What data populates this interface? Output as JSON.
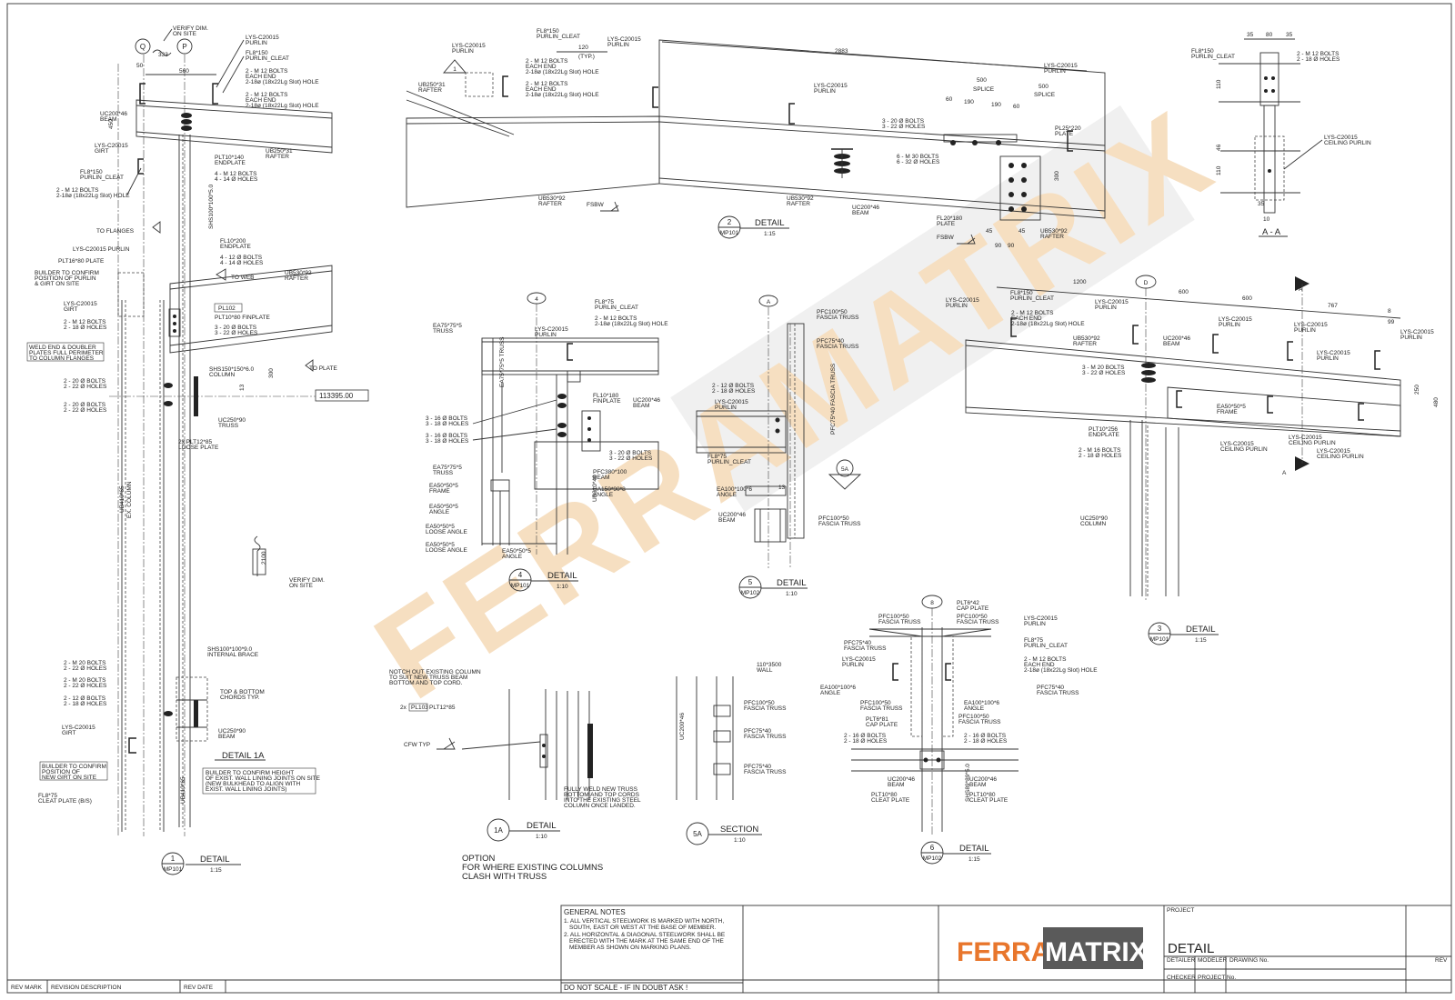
{
  "watermark": "FERRAMATRIX",
  "logo": {
    "part1": "FERRA",
    "part2": "MATRIX"
  },
  "detail1": {
    "verify_top": "VERIFY DIM.",
    "verify_top2": "ON SITE",
    "grid_q": "Q",
    "grid_p": "P",
    "dim_333": "333",
    "dim_50": "50",
    "dim_560": "560",
    "dim_450": "450",
    "purlin": "LYS-C20015",
    "purlin2": "PURLIN",
    "cleat1": "FL8*150",
    "cleat1b": "PURLIN_CLEAT",
    "bolts1": "2 - M 12 BOLTS",
    "bolts1b": "EACH END",
    "bolts1c": "2-18ø (18x22Lg Slot) HOLE",
    "bolts2": "2 - M 12 BOLTS",
    "bolts2b": "EACH END",
    "bolts2c": "2-18ø (18x22Lg Slot) HOLE",
    "beam_uc": "UC200*46",
    "beam_uc2": "BEAM",
    "girt": "LYS-C20015",
    "girt2": "GIRT",
    "cleat2": "FL8*150",
    "cleat2b": "PURLIN_CLEAT",
    "bolts3": "2 - M 12 BOLTS",
    "bolts3b": "2-18ø (18x22Lg Slot) HOLE",
    "endplate": "PLT10*140",
    "endplate2": "ENDPLATE",
    "bolts4": "4 - M 12 BOLTS",
    "bolts4b": "4 - 14 Ø HOLES",
    "rafter": "UB250*31",
    "rafter2": "RAFTER",
    "shs": "SHS100*100*5.0",
    "shs2": "COLUMN",
    "to_flanges": "TO FLANGES",
    "purlin3": "LYS-C20015 PURLIN",
    "plt16": "PLT16*80 PLATE",
    "builder1": "BUILDER TO CONFIRM",
    "builder1b": "POSITION OF PURLIN",
    "builder1c": "& GIRT ON SITE",
    "fl10": "FL10*200",
    "fl10b": "ENDPLATE",
    "bolts5": "4 - 12 Ø BOLTS",
    "bolts5b": "4 - 14 Ø HOLES",
    "to_web": "TO WEB",
    "ub530": "UB530*92",
    "ub530b": "RAFTER",
    "girt3": "LYS-C20015",
    "girt3b": "GIRT",
    "pl102": "PL102",
    "finplate": "PLT10*80 FINPLATE",
    "bolts6": "2 - M 12 BOLTS",
    "bolts6b": "2 - 18 Ø HOLES",
    "bolts7": "3 - 20 Ø BOLTS",
    "bolts7b": "3 - 22 Ø HOLES",
    "weld1": "WELD END & DOUBLER",
    "weld1b": "PLATES FULL PERIMETER",
    "weld1c": "TO COLUMN FLANGES",
    "to_plate": "TO PLATE",
    "shs150": "SHS150*150*6.0",
    "shs150b": "COLUMN",
    "dim_300": "300",
    "dim_13": "13",
    "level": "113395.00",
    "bolts8": "2 - 20 Ø BOLTS",
    "bolts8b": "2 - 22 Ø HOLES",
    "bolts9": "2 - 20 Ø BOLTS",
    "bolts9b": "2 - 22 Ø HOLES",
    "uc250": "UC250*90",
    "uc250b": "TRUSS",
    "loose": "2x PLT12*85",
    "loose2": "LOOSE PLATE",
    "ub_col": "UB410*65",
    "ub_col2": "EX. COLUMN",
    "dim_2100": "2100",
    "verify_mid": "VERIFY DIM.",
    "verify_mid2": "ON SITE",
    "shs100": "SHS100*100*9.0",
    "shs100b": "INTERNAL BRACE",
    "bolts10": "2 - M 20 BOLTS",
    "bolts10b": "2 - 22 Ø HOLES",
    "bolts11": "2 - M 20 BOLTS",
    "bolts11b": "2 - 22 Ø HOLES",
    "bolts12": "2 - 12 Ø BOLTS",
    "bolts12b": "2 - 18 Ø HOLES",
    "topbottom": "TOP & BOTTOM",
    "topbottom2": "CHORDS TYP.",
    "girt4": "LYS-C20015",
    "girt4b": "GIRT",
    "uc250beam": "UC250*90",
    "uc250beam2": "BEAM",
    "detail1a": "DETAIL 1A",
    "builder2": "BUILDER TO CONFIRM",
    "builder2b": "POSITION OF",
    "builder2c": "NEW GIRT ON SITE",
    "builder3": "BUILDER TO CONFIRM HEIGHT",
    "builder3b": "OF EXIST. WALL LINING JOINTS ON SITE",
    "builder3c": "(NEW BULKHEAD TO ALIGN WITH",
    "builder3d": "EXIST. WALL LINING JOINTS)",
    "fl8": "FL8*75",
    "fl8b": "CLEAT PLATE (B/S)",
    "ex_col": "UB410*65",
    "ex_col2": "EX. COLUMN",
    "num": "1",
    "ref": "MP101",
    "title": "DETAIL",
    "scale": "1:15"
  },
  "detail2": {
    "purlin_a": "LYS-C20015",
    "purlin_a2": "PURLIN",
    "cleat": "FL8*150",
    "cleat2": "PURLIN_CLEAT",
    "purlin_b": "LYS-C20015",
    "purlin_b2": "PURLIN",
    "dim_120": "120",
    "typ": "(TYP.)",
    "bolts1": "2 - M 12 BOLTS",
    "bolts1b": "EACH END",
    "bolts1c": "2-18ø (18x22Lg Slot) HOLE",
    "bolts2": "2 - M 12 BOLTS",
    "bolts2b": "EACH END",
    "bolts2c": "2-18ø (18x22Lg Slot) HOLE",
    "ub250": "UB250*31",
    "ub250b": "RAFTER",
    "mark1": "1",
    "dim_2883": "2883",
    "purlin_c": "LYS-C20015",
    "purlin_c2": "PURLIN",
    "purlin_d": "LYS-C20015",
    "purlin_d2": "PURLIN",
    "dim_500a": "500",
    "splice_a": "SPLICE",
    "dim_500b": "500",
    "splice_b": "SPLICE",
    "dim_60a": "60",
    "dim_190a": "190",
    "dim_190b": "190",
    "dim_60b": "60",
    "pl25": "PL25*220",
    "pl25b": "PLATE",
    "bolts3": "3 - 20 Ø BOLTS",
    "bolts3b": "3 - 22 Ø HOLES",
    "bolts4": "6 - M 30 BOLTS",
    "bolts4b": "6 - 32 Ø HOLES",
    "dim_300": "300",
    "ub530a": "UB530*92",
    "ub530a2": "RAFTER",
    "ub530b": "UB530*92",
    "ub530b2": "RAFTER",
    "uc200": "UC200*46",
    "uc200b": "BEAM",
    "fsbw": "FSBW",
    "fsbw2": "FSBW",
    "fl20": "FL20*180",
    "fl20b": "PLATE",
    "dim_45a": "45",
    "dim_45b": "45",
    "dim_90a": "90",
    "dim_90b": "90",
    "ub530c": "UB530*92",
    "ub530c2": "RAFTER",
    "num": "2",
    "ref": "MP101",
    "title": "DETAIL",
    "scale": "1:15"
  },
  "sectionAA": {
    "cleat": "FL8*150",
    "cleat2": "PURLIN_CLEAT",
    "dim_35a": "35",
    "dim_80": "80",
    "dim_35b": "35",
    "bolts": "2 - M 12 BOLTS",
    "bolts2": "2 - 18 Ø HOLES",
    "dim_110a": "110",
    "dim_46": "46",
    "dim_110b": "110",
    "dim_35c": "35",
    "dim_10": "10",
    "ceiling": "LYS-C20015",
    "ceiling2": "CEILING PURLIN",
    "title": "A - A"
  },
  "detail4": {
    "mark": "4",
    "ea75": "EA75*75*5",
    "ea75b": "TRUSS",
    "purlin": "LYS-C20015",
    "purlin2": "PURLIN",
    "fl8": "FL8*75",
    "fl8b": "PURLIN_CLEAT",
    "bolts1": "2 - M 12 BOLTS",
    "bolts1b": "2-18ø (18x22Lg Slot) HOLE",
    "ea75v": "EA75*75*5 TRUSS",
    "fl10": "FL10*180",
    "fl10b": "FINPLATE",
    "uc200": "UC200*46",
    "uc200b": "BEAM",
    "bolts2": "3 - 16 Ø BOLTS",
    "bolts2b": "3 - 18 Ø HOLES",
    "bolts3": "3 - 16 Ø BOLTS",
    "bolts3b": "3 - 18 Ø HOLES",
    "bolts4": "3 - 20 Ø BOLTS",
    "bolts4b": "3 - 22 Ø HOLES",
    "pfc380": "PFC380*100",
    "pfc380b": "BEAM",
    "ua150": "UA150*90*8",
    "ua150b": "ANGLE",
    "ea75t": "EA75*75*5",
    "ea75t2": "TRUSS",
    "ea50a": "EA50*50*5",
    "ea50a2": "FRAME",
    "ea50b": "EA50*50*5",
    "ea50b2": "ANGLE",
    "ea50c": "EA50*50*5",
    "ea50c2": "LOOSE ANGLE",
    "ea50d": "EA50*50*5",
    "ea50d2": "LOOSE ANGLE",
    "ea50e": "EA50*50*5",
    "ea50e2": "ANGLE",
    "ub310": "UB310*40",
    "ub310b": "COLUMN",
    "num": "4",
    "ref": "MP101",
    "title": "DETAIL",
    "scale": "1:10"
  },
  "detail5": {
    "mark": "A",
    "pfc100": "PFC100*50",
    "pfc100b": "FASCIA TRUSS",
    "pfc75": "PFC75*40",
    "pfc75b": "FASCIA TRUSS",
    "bolts": "2 - 12 Ø BOLTS",
    "bolts2": "2 - 18 Ø HOLES",
    "purlin": "LYS-C20015",
    "purlin2": "PURLIN",
    "pfc_v": "PFC75*40 FASCIA TRUSS",
    "fl8": "FL8*75",
    "fl8b": "PURLIN_CLEAT",
    "ea100": "EA100*100*6",
    "ea100b": "ANGLE",
    "dim_13": "13",
    "uc200": "UC200*46",
    "uc200b": "BEAM",
    "pfc100c": "PFC100*50",
    "pfc100c2": "FASCIA TRUSS",
    "sec": "5A",
    "num": "5",
    "ref": "MP102",
    "title": "DETAIL",
    "scale": "1:10"
  },
  "detail3": {
    "mark": "D",
    "dim_1200": "1200",
    "dim_600a": "600",
    "dim_600b": "600",
    "dim_767": "767",
    "dim_8": "8",
    "sec_a": "A",
    "purlin_a": "LYS-C20015",
    "purlin_a2": "PURLIN",
    "fl8": "FL8*150",
    "fl8b": "PURLIN_CLEAT",
    "purlin_b": "LYS-C20015",
    "purlin_b2": "PURLIN",
    "purlin_c": "LYS-C20015",
    "purlin_c2": "PURLIN",
    "purlin_d": "LYS-C20015",
    "purlin_d2": "PURLIN",
    "purlin_e": "LYS-C20015",
    "purlin_e2": "PURLIN",
    "purlin_f": "LYS-C20015",
    "purlin_f2": "PURLIN",
    "bolts1": "2 - M 12 BOLTS",
    "bolts1b": "EACH END",
    "bolts1c": "2-18ø (18x22Lg Slot) HOLE",
    "dim_99": "99",
    "ub530": "UB530*92",
    "ub530b": "RAFTER",
    "uc200": "UC200*46",
    "uc200b": "BEAM",
    "bolts2": "3 - M 20 BOLTS",
    "bolts2b": "3 - 22 Ø HOLES",
    "dim_250": "250",
    "dim_480": "480",
    "ea50": "EA50*50*5",
    "ea50b": "FRAME",
    "plt10": "PLT10*256",
    "plt10b": "ENDPLATE",
    "bolts3": "2 - M 16 BOLTS",
    "bolts3b": "2 - 18 Ø HOLES",
    "ceil_a": "LYS-C20015",
    "ceil_a2": "CEILING PURLIN",
    "ceil_b": "LYS-C20015",
    "ceil_b2": "CEILING PURLIN",
    "ceil_c": "LYS-C20015",
    "ceil_c2": "CEILING PURLIN",
    "uc250": "UC250*90",
    "uc250b": "COLUMN",
    "sec_a2": "A",
    "num": "3",
    "ref": "MP101",
    "title": "DETAIL",
    "scale": "1:15"
  },
  "detail1aOption": {
    "notch": "NOTCH OUT EXISTING COLUMN",
    "notch2": "TO SUIT NEW TRUSS BEAM",
    "notch3": "BOTTOM AND TOP CORD.",
    "pl103_pre": "2x",
    "pl103": "PL103",
    "pl103_post": "PLT12*85",
    "cfw": "CFW TYP",
    "weld": "FULLY WELD NEW TRUSS",
    "weld2": "BOTTOM AND TOP CORDS",
    "weld3": "INTO THE EXISTING STEEL",
    "weld4": "COLUMN ONCE LANDED.",
    "num": "1A",
    "title": "DETAIL",
    "scale": "1:10",
    "option": "OPTION",
    "option2": "FOR WHERE EXISTING COLUMNS",
    "option3": "CLASH WITH TRUSS"
  },
  "section5a": {
    "wall": "110*3500",
    "wall2": "WALL",
    "pfc100": "PFC100*50",
    "pfc100b": "FASCIA TRUSS",
    "pfc75a": "PFC75*40",
    "pfc75a2": "FASCIA TRUSS",
    "pfc75b": "PFC75*40",
    "pfc75b2": "FASCIA TRUSS",
    "uc200": "UC200*46",
    "uc200b": "BEAM",
    "num": "5A",
    "title": "SECTION",
    "scale": "1:10"
  },
  "detail6": {
    "mark": "8",
    "plt6": "PLT6*42",
    "plt6b": "CAP PLATE",
    "pfc100a": "PFC100*50",
    "pfc100a2": "FASCIA TRUSS",
    "pfc100b": "PFC100*50",
    "pfc100b2": "FASCIA TRUSS",
    "purlin_a": "LYS-C20015",
    "purlin_a2": "PURLIN",
    "pfc75a": "PFC75*40",
    "pfc75a2": "FASCIA TRUSS",
    "fl8": "FL8*75",
    "fl8b": "PURLIN_CLEAT",
    "purlin_b": "LYS-C20015",
    "purlin_b2": "PURLIN",
    "bolts1": "2 - M 12 BOLTS",
    "bolts1b": "EACH END",
    "bolts1c": "2-18ø (18x22Lg Slot) HOLE",
    "ea100a": "EA100*100*6",
    "ea100a2": "ANGLE",
    "pfc75b": "PFC75*40",
    "pfc75b2": "FASCIA TRUSS",
    "ea100b": "EA100*100*6",
    "ea100b2": "ANGLE",
    "pfc100c": "PFC100*50",
    "pfc100c2": "FASCIA TRUSS",
    "pfc100d": "PFC100*50",
    "pfc100d2": "FASCIA TRUSS",
    "plt6c": "PLT6*81",
    "plt6c2": "CAP PLATE",
    "bolts2": "2 - 16 Ø BOLTS",
    "bolts2b": "2 - 18 Ø HOLES",
    "bolts3": "2 - 16 Ø BOLTS",
    "bolts3b": "2 - 18 Ø HOLES",
    "uc200a": "UC200*46",
    "uc200a2": "BEAM",
    "uc200b": "UC200*46",
    "uc200b2": "BEAM",
    "plt10a": "PLT10*80",
    "plt10a2": "CLEAT PLATE",
    "plt10b": "PLT10*80",
    "plt10b2": "CLEAT PLATE",
    "shs": "SHS89*89*5.0",
    "shs2": "COLUMN",
    "num": "6",
    "ref": "MP102",
    "title": "DETAIL",
    "scale": "1:15"
  },
  "titleblock": {
    "notes_title": "GENERAL NOTES",
    "note1": "1. ALL VERTICAL STEELWORK IS MARKED WITH NORTH,",
    "note1b": "SOUTH, EAST OR WEST AT THE BASE OF MEMBER.",
    "note2": "2. ALL HORIZONTAL & DIAGONAL STEELWORK SHALL BE",
    "note2b": "ERECTED WITH THE MARK AT THE SAME END OF THE",
    "note2c": "MEMBER AS SHOWN ON MARKING PLANS.",
    "dont_scale": "DO NOT SCALE  -  IF IN DOUBT ASK !",
    "project_label": "PROJECT",
    "title": "DETAIL",
    "detailer": "DETAILER",
    "modeler": "MODELER",
    "drawing_no": "DRAWING No.",
    "checker": "CHECKER",
    "project_no": "PROJECT No.",
    "rev": "REV",
    "rev_mark": "REV MARK",
    "rev_desc": "REVISION DESCRIPTION",
    "rev_date": "REV DATE"
  },
  "colors": {
    "line": "#333333",
    "watermark": "#f3d6b0",
    "logo_orange": "#e8762c",
    "logo_grey": "#5a5a5a"
  }
}
